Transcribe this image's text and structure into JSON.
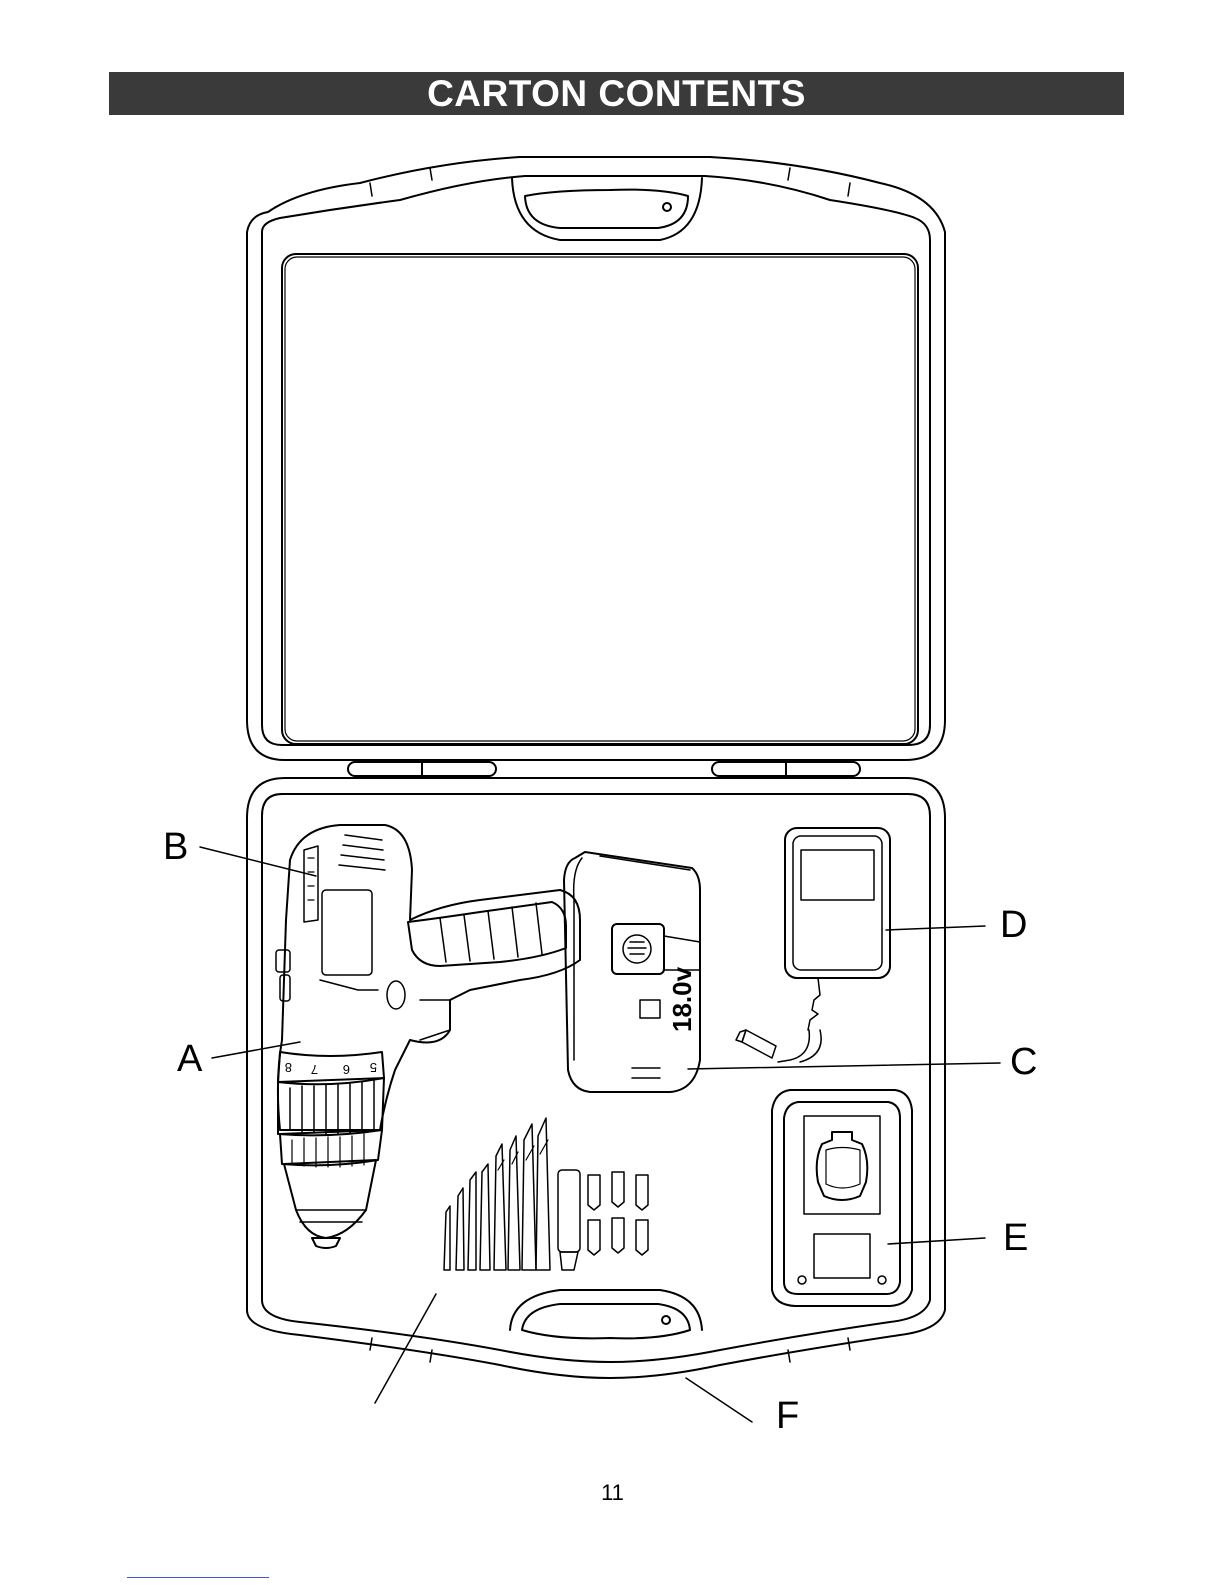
{
  "header": {
    "title": "CARTON CONTENTS"
  },
  "figure": {
    "callouts": {
      "A": "A",
      "B": "B",
      "C": "C",
      "D": "D",
      "E": "E",
      "F": "F"
    },
    "battery_label": "18.0v",
    "clutch_numbers": [
      "8",
      "7",
      "6",
      "5"
    ]
  },
  "footer": {
    "page_number": "11"
  }
}
